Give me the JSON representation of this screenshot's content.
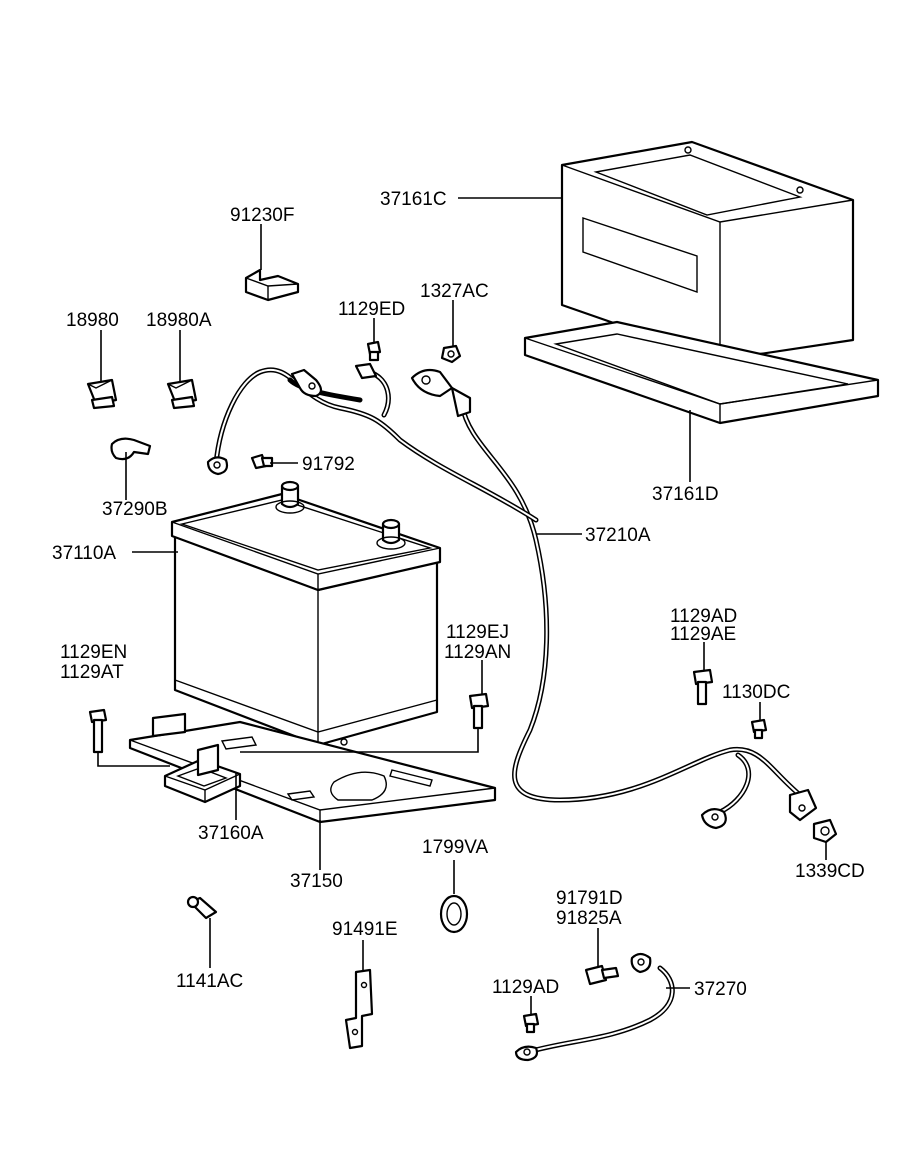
{
  "labels": {
    "p37161C": "37161C",
    "p91230F": "91230F",
    "p1327AC": "1327AC",
    "p1129ED": "1129ED",
    "p18980": "18980",
    "p18980A": "18980A",
    "p91792": "91792",
    "p37290B": "37290B",
    "p37161D": "37161D",
    "p37210A": "37210A",
    "p37110A": "37110A",
    "p1129EJ": "1129EJ",
    "p1129AN": "1129AN",
    "p1129EN": "1129EN",
    "p1129AT": "1129AT",
    "p1129AD_top": "1129AD",
    "p1129AE": "1129AE",
    "p1130DC": "1130DC",
    "p37160A": "37160A",
    "p37150": "37150",
    "p1799VA": "1799VA",
    "p1339CD": "1339CD",
    "p91791D": "91791D",
    "p91825A": "91825A",
    "p91491E": "91491E",
    "p1141AC": "1141AC",
    "p1129AD_bottom": "1129AD",
    "p37270": "37270"
  }
}
